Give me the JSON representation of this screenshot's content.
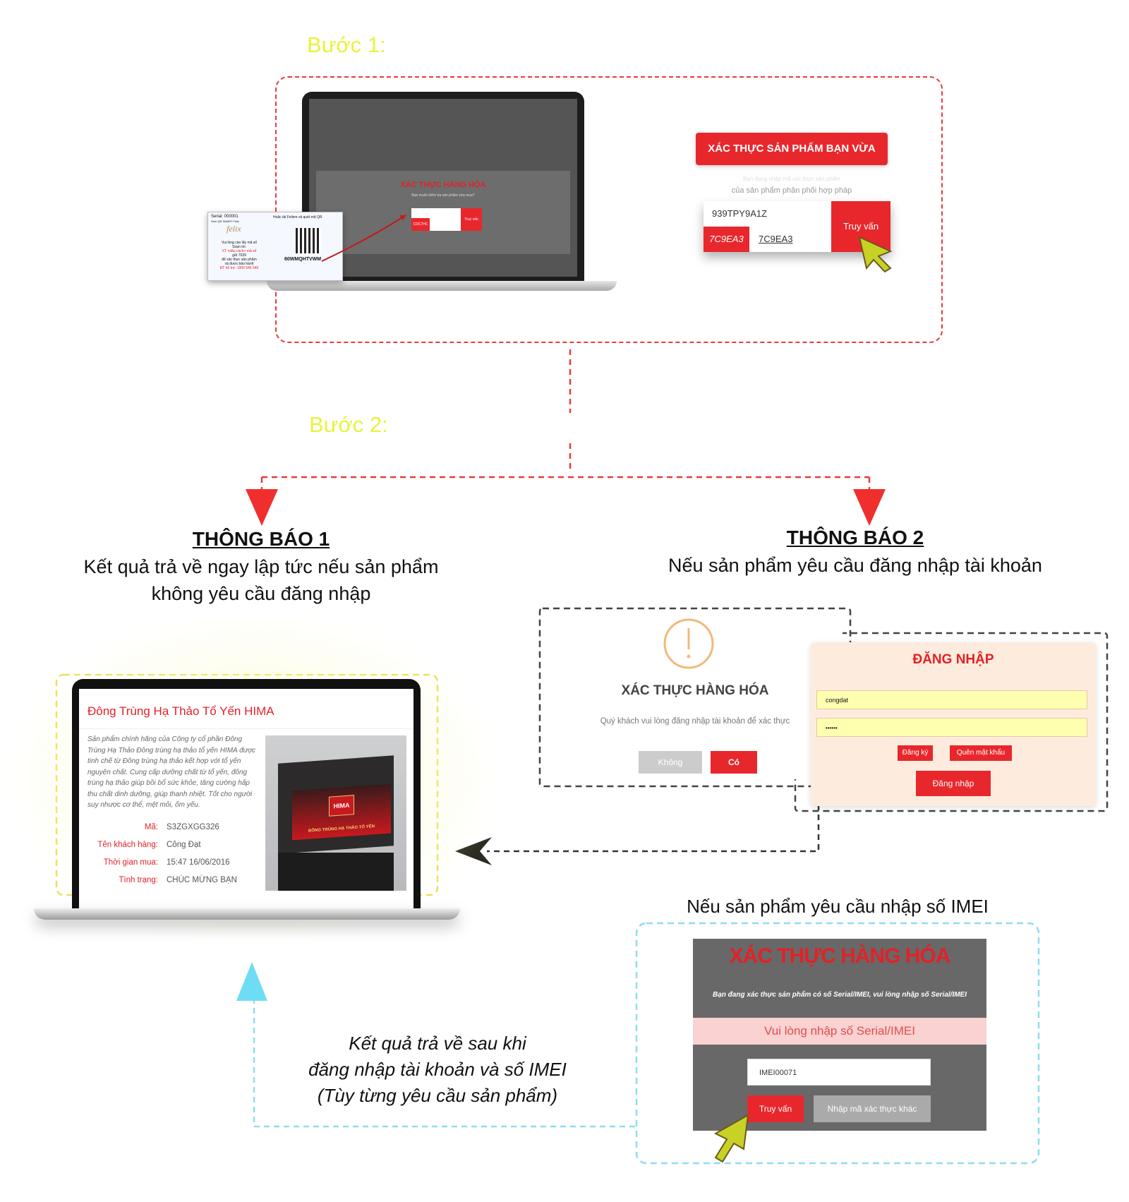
{
  "step1": {
    "title": "Bước 1:",
    "laptop_screen": {
      "heading": "XÁC THỰC HÀNG HÓA",
      "subtitle": "Bạn muốn kiểm tra sản phẩm vừa mua?",
      "code": "CDC7HC",
      "button": "Truy vấn"
    },
    "card": {
      "serial": "Serial: 000001",
      "serial_sub": "Sem QR SMART Felix",
      "download": "Hoặc tải Felixm và quét mã QR",
      "logo": "felix",
      "instr1": "Vui lòng cào lấy mã số",
      "instr2": "Soạn tin:",
      "instr3": "XT <dấu cách> mã số",
      "instr4": "gửi 7039",
      "instr5": "để xác thực sản phẩm",
      "instr6": "và được bảo hành",
      "hotline": "ĐT hỗ trợ: 1900 545 540",
      "qr_code": "60WMQHTVWM"
    },
    "verify_banner": "XÁC THỰC SẢN PHẨM BẠN VỪA MUA",
    "hint1": "Bạn đang nhập mã xác thực sản phẩm",
    "hint2": "của sản phẩm phân phối hợp pháp",
    "serial_value": "939TPY9A1Z",
    "captcha": "7C9EA3",
    "captcha_input": "7C9EA3",
    "query_button": "Truy vấn"
  },
  "step2": {
    "title": "Bước 2:"
  },
  "notice1": {
    "heading": "THÔNG BÁO 1",
    "line1": "Kết quả trả về ngay lập tức nếu sản phẩm",
    "line2": "không yêu cầu đăng nhập",
    "product": {
      "name": "Đông Trùng Hạ Thảo Tổ Yến HIMA",
      "description": "Sản phẩm chính hãng của Công ty cổ phần Đông Trùng Hạ Thảo Đông trùng hạ thảo tổ yến HIMA được tinh chế từ Đông trùng hạ thảo kết hợp với tổ yến nguyên chất. Cung cấp dưỡng chất từ tổ yến, đông trùng hạ thảo giúp bồi bổ sức khỏe, tăng cường hấp thu chất dinh dưỡng, giúp thanh nhiệt. Tốt cho người suy nhược cơ thể, mệt mỏi, ốm yếu.",
      "fields": [
        {
          "label": "Mã:",
          "value": "S3ZGXGG326"
        },
        {
          "label": "Tên khách hàng:",
          "value": "Công Đạt"
        },
        {
          "label": "Thời gian mua:",
          "value": "15:47 16/06/2016"
        },
        {
          "label": "Tình trạng:",
          "value": "CHÚC MỪNG BẠN"
        }
      ],
      "box_brand": "HIMA",
      "box_caption": "ĐÔNG TRÙNG HẠ THẢO TỔ YẾN"
    }
  },
  "notice2": {
    "heading": "THÔNG BÁO 2",
    "line1": "Nếu sản phẩm yêu cầu đăng nhập tài khoản",
    "alert": {
      "title": "XÁC THỰC HÀNG HÓA",
      "message": "Quý khách vui lòng đăng nhập tài khoản để xác thực",
      "no": "Không",
      "yes": "Có"
    },
    "login": {
      "title": "ĐĂNG NHẬP",
      "username": "congdat",
      "password": "••••••",
      "register": "Đăng ký",
      "forgot": "Quên mật khẩu",
      "submit": "Đăng nhập"
    }
  },
  "imei": {
    "caption": "Nếu sản phẩm yêu cầu nhập số IMEI",
    "heading": "XÁC THỰC HÀNG HÓA",
    "subtitle": "Bạn đang xác thực sản phẩm có số Serial/IMEI, vui lòng nhập số Serial/IMEI",
    "prompt": "Vui lòng nhập số Serial/IMEI",
    "input_value": "IMEI00071",
    "query_button": "Truy vấn",
    "other_button": "Nhập mã xác thực khác"
  },
  "result_note": {
    "line1": "Kết quả trả về sau khi",
    "line2": "đăng nhập tài khoản và số IMEI",
    "line3": "(Tùy từng yêu cầu sản phẩm)"
  },
  "colors": {
    "accent_red": "#e8272d",
    "step_title": "#e8f33a",
    "dash_red": "#e93a3a",
    "dash_cyan": "#8fdcef",
    "dash_yellow": "#ece05a",
    "arrow_cyan": "#6fdcf6",
    "arrow_dark": "#2b2b20"
  },
  "icons": [
    "warning-circle-icon",
    "cursor-arrow-icon",
    "qr-code-icon"
  ]
}
